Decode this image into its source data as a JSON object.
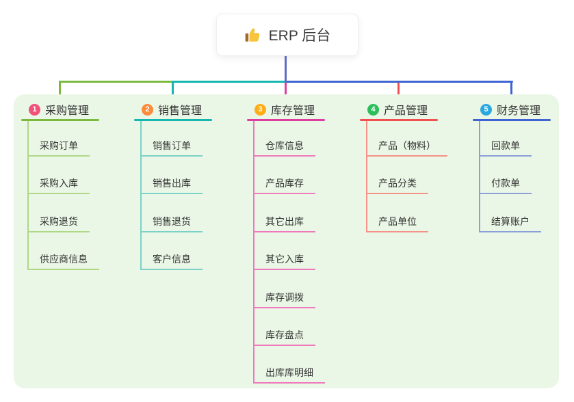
{
  "root": {
    "icon": "thumbs-up",
    "label": "ERP 后台"
  },
  "branches": [
    {
      "index": "1",
      "label": "采购管理",
      "badge_color": "#F25278",
      "line_color": "#7CBA3F",
      "child_line_color": "#AFD787",
      "children": [
        "采购订单",
        "采购入库",
        "采购退货",
        "供应商信息"
      ]
    },
    {
      "index": "2",
      "label": "销售管理",
      "badge_color": "#FB8C3D",
      "line_color": "#14B6AE",
      "child_line_color": "#7AD2C8",
      "children": [
        "销售订单",
        "销售出库",
        "销售退货",
        "客户信息"
      ]
    },
    {
      "index": "3",
      "label": "库存管理",
      "badge_color": "#FFAD15",
      "line_color": "#DE3D9D",
      "child_line_color": "#EE79BC",
      "children": [
        "仓库信息",
        "产品库存",
        "其它出库",
        "其它入库",
        "库存调拨",
        "库存盘点",
        "出库库明细"
      ]
    },
    {
      "index": "4",
      "label": "产品管理",
      "badge_color": "#2CBE5B",
      "line_color": "#F25050",
      "child_line_color": "#F59287",
      "children": [
        "产品（物料）",
        "产品分类",
        "产品单位"
      ]
    },
    {
      "index": "5",
      "label": "财务管理",
      "badge_color": "#2AA9E0",
      "line_color": "#3E63D2",
      "child_line_color": "#8C9FD9",
      "children": [
        "回款单",
        "付款单",
        "结算账户"
      ]
    }
  ],
  "colors": {
    "root_stem": "#5F6AC4",
    "panel_bg": "#EBF7E6",
    "text": "#333333"
  }
}
